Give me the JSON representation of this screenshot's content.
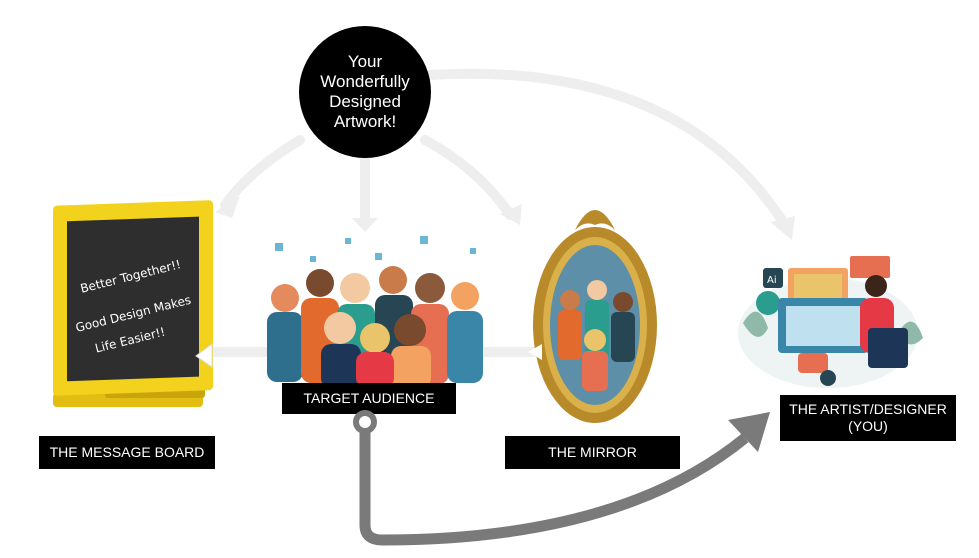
{
  "center": {
    "text": "Your Wonderfully Designed Artwork!"
  },
  "board": {
    "line1": "Better Together!!",
    "line2": "Good Design Makes",
    "line3": "Life Easier!!",
    "label": "THE MESSAGE BOARD"
  },
  "audience": {
    "label": "TARGET AUDIENCE"
  },
  "mirror": {
    "label": "THE MIRROR"
  },
  "artist": {
    "label_line1": "THE ARTIST/DESIGNER",
    "label_line2": "(YOU)"
  },
  "artist_icons": {
    "ai_badge": "Ai"
  },
  "colors": {
    "board_frame": "#F2D21C",
    "board_face": "#2E2E2E",
    "arrow_dark": "#7A7A7A",
    "arrow_light": "#EEEEEE",
    "mirror_gold": "#B88A2A"
  }
}
